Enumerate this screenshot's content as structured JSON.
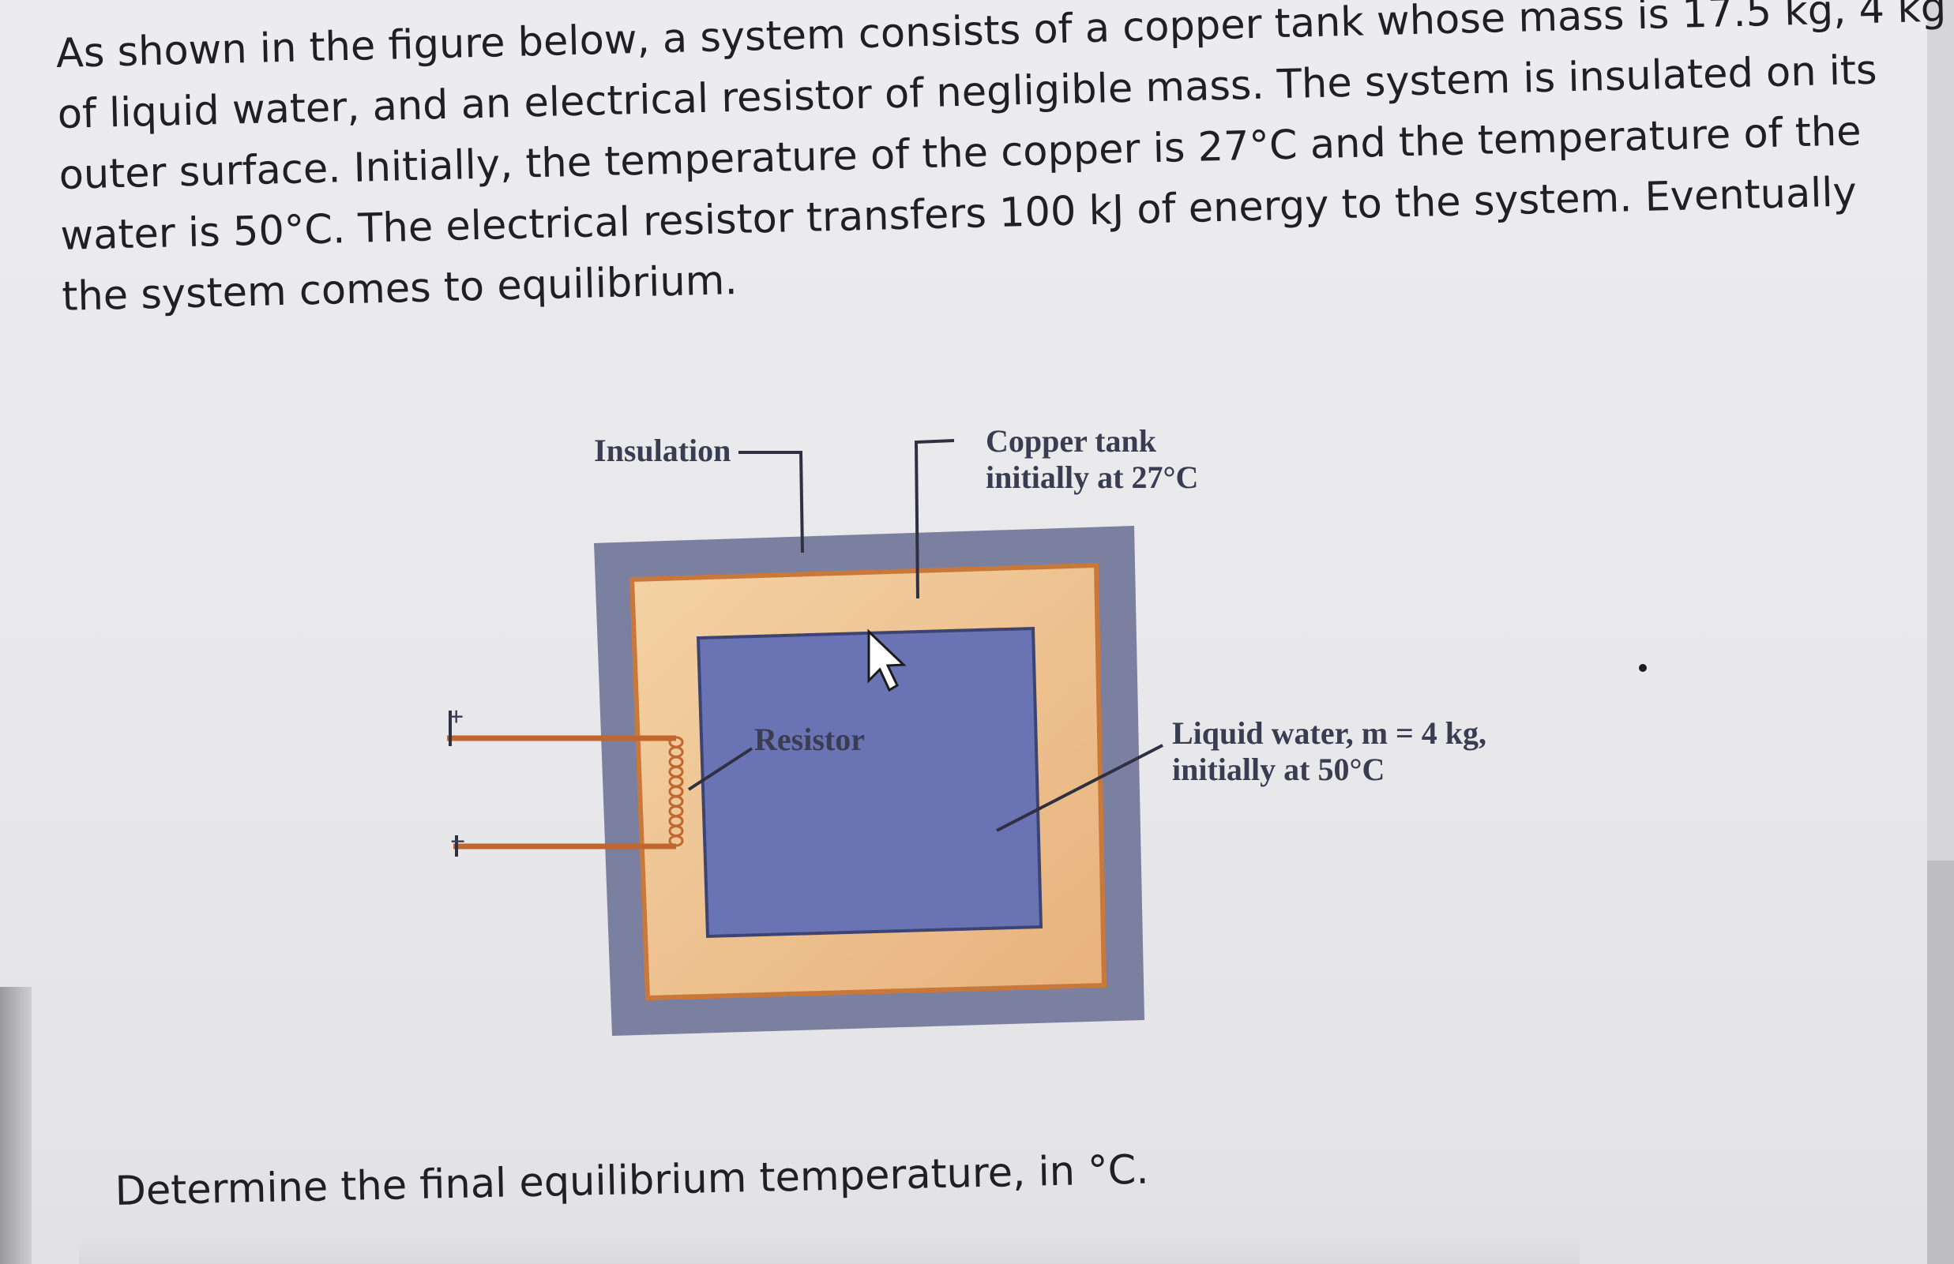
{
  "question": {
    "lines": [
      "As shown in the figure below, a system consists of a copper tank whose mass is 17.5 kg, 4 kg",
      "of liquid water, and an electrical resistor of negligible mass. The system is insulated on its",
      "outer surface. Initially, the temperature of the copper is 27°C and the temperature of the",
      "water is 50°C. The electrical resistor transfers 100 kJ of energy to the system. Eventually",
      "the system comes to equilibrium."
    ]
  },
  "figure": {
    "insulation_label": "Insulation",
    "copper_label_line1": "Copper tank",
    "copper_label_line2": "initially at 27°C",
    "resistor_label": "Resistor",
    "water_label_line1": "Liquid water, m = 4 kg,",
    "water_label_line2": "initially at 50°C",
    "plus_sign": "+",
    "minus_sign": "−",
    "colors": {
      "insulation": "#7b80a0",
      "copper_light": "#f0c998",
      "copper_dark": "#c9783a",
      "water": "#6a74b4",
      "wire": "#c0662e"
    }
  },
  "prompt": "Determine the final equilibrium temperature, in °C."
}
